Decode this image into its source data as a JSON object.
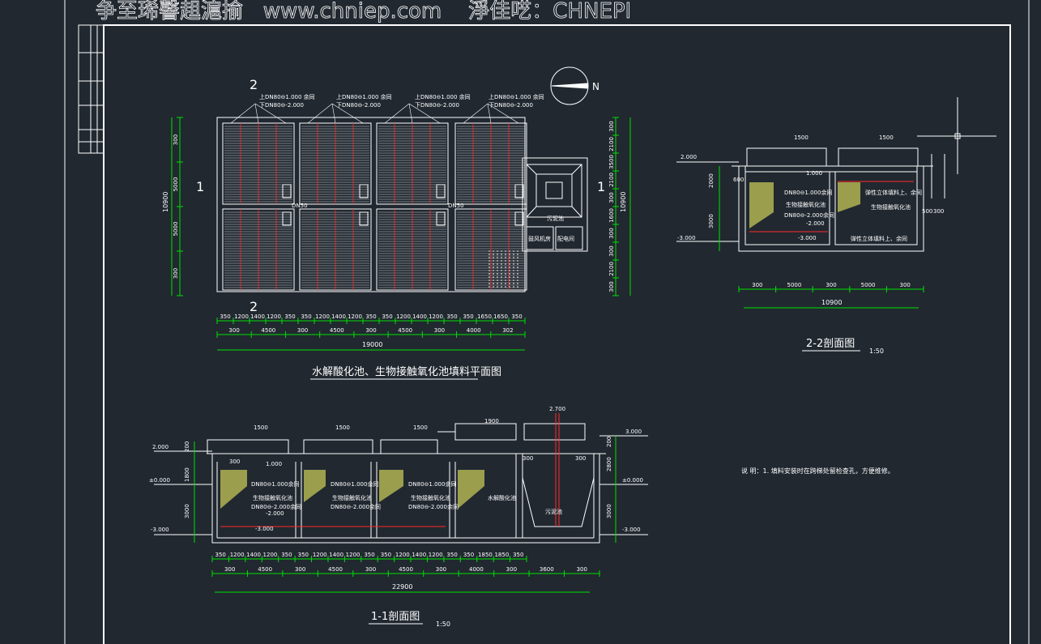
{
  "watermark": {
    "text": "争至琋韾趄滬揄   www.chniep.com    淨佳呓：CHNEPI"
  },
  "colors": {
    "background": "#212830",
    "line": "#ffffff",
    "dimension": "#00e000",
    "axis": "#ff2a2a",
    "fill": "#ffff66"
  },
  "north": {
    "label": "N"
  },
  "plan": {
    "title": "水解酸化池、生物接触氧化池填料平面图",
    "section_marks": [
      "1",
      "1",
      "2",
      "2"
    ],
    "pipe_notes": [
      "上DN80⊖1.000 余同",
      "下DN80⊖-2.000"
    ],
    "room_labels": [
      "污泥池",
      "鼓风机房",
      "配电间"
    ],
    "marks": [
      "DN50",
      "DN50"
    ],
    "top_dims": [
      "350",
      "1200",
      "1400",
      "1200",
      "350",
      "350",
      "1200",
      "1400",
      "1200",
      "350",
      "350",
      "1200",
      "1400",
      "1200",
      "350",
      "350",
      "1650",
      "1650",
      "350"
    ],
    "mid_dims": [
      "300",
      "4500",
      "300",
      "4500",
      "300",
      "4500",
      "300",
      "4000",
      "302"
    ],
    "total": "19000",
    "left_dims": [
      "300",
      "5000",
      "5000",
      "300"
    ],
    "left_total": "10900",
    "right_dims": [
      "300",
      "2100",
      "3500",
      "2100",
      "300",
      "1600",
      "300",
      "300",
      "2100",
      "300"
    ],
    "right_total": "10900"
  },
  "section22": {
    "title": "2-2剖面图",
    "scale": "1:50",
    "labels": [
      "1500",
      "1500",
      "2.000",
      "600",
      "2000",
      "3000",
      "-3.000",
      "1.000",
      "-2.000",
      "-3.000"
    ],
    "notes": [
      "DN80⊖1.000余同",
      "生物接触氧化池",
      "DN80⊖-2.000余同",
      "弹性立体填料上、余同",
      "生物接触氧化池",
      "弹性立体填料上、余同"
    ],
    "dims": [
      "300",
      "5000",
      "300",
      "5000",
      "300"
    ],
    "total": "10900",
    "side_dims": [
      "500",
      "300"
    ]
  },
  "section11": {
    "title": "1-1剖面图",
    "scale": "1:50",
    "labels": [
      "1500",
      "1500",
      "1500",
      "1900",
      "2.700",
      "3.000",
      "2.000",
      "±0.000",
      "-3.000",
      "±0.000",
      "-3.000",
      "1.000",
      "-2.000",
      "-3.000",
      "300",
      "300",
      "300"
    ],
    "vert_dims": [
      "200",
      "1800",
      "3000"
    ],
    "vert_dims_right": [
      "200",
      "2800",
      "3000"
    ],
    "rooms": [
      "生物接触氧化池",
      "生物接触氧化池",
      "生物接触氧化池",
      "水解酸化池",
      "污泥池"
    ],
    "pipes": [
      "DN80⊖1.000余同",
      "DN80⊖-2.000余同"
    ],
    "top_dims": [
      "350",
      "1200",
      "1400",
      "1200",
      "350",
      "350",
      "1200",
      "1400",
      "1200",
      "350",
      "350",
      "1200",
      "1400",
      "1200",
      "350",
      "350",
      "1850",
      "1850",
      "350"
    ],
    "mid_dims": [
      "300",
      "4500",
      "300",
      "4500",
      "300",
      "4500",
      "300",
      "4000",
      "300",
      "3600",
      "300"
    ],
    "total": "22900"
  },
  "note": {
    "text": "说  明：1. 填料安装时在跨梯处留检查孔，方便维修。"
  }
}
